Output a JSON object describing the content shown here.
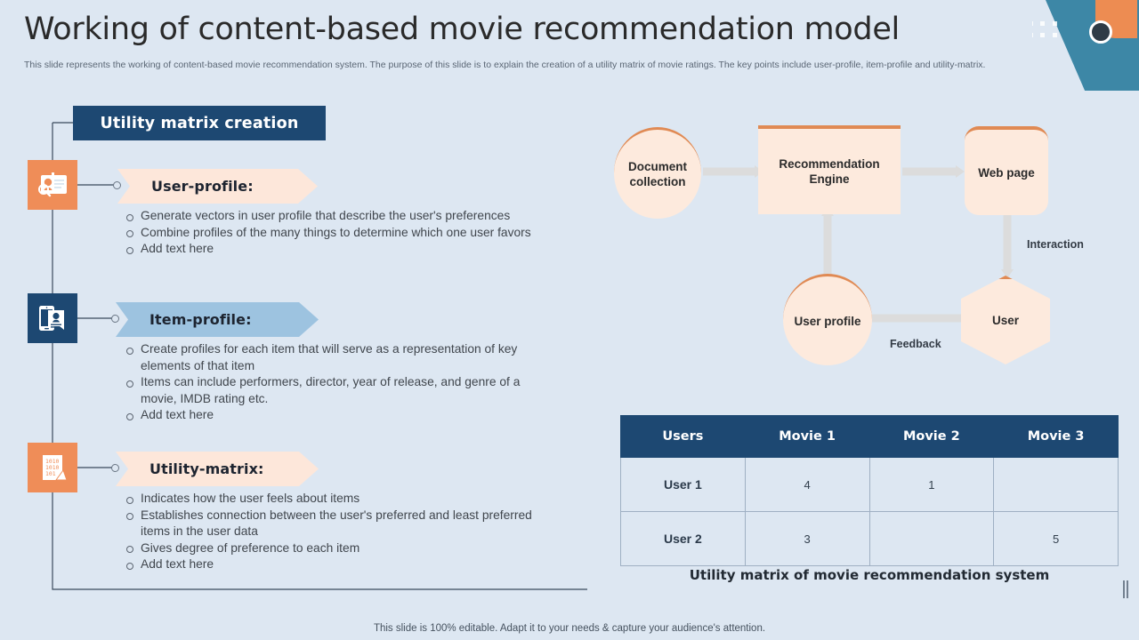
{
  "header": {
    "title": "Working of content-based movie recommendation model",
    "subtitle": "This slide represents the working of content-based movie recommendation system. The purpose of this slide is to explain the creation of a utility matrix of movie ratings. The key points include user-profile, item-profile and utility-matrix."
  },
  "left": {
    "banner_label": "Utility matrix creation",
    "sections": [
      {
        "key": "user-profile",
        "label": "User-profile:",
        "icon": "id-card-icon",
        "bullets": [
          "Generate vectors in user profile that describe the user's preferences",
          "Combine profiles of the many things to determine which one user favors",
          "Add text here"
        ]
      },
      {
        "key": "item-profile",
        "label": "Item-profile:",
        "icon": "mobile-profile-icon",
        "bullets": [
          "Create profiles for each item that will serve as a representation of key elements of that item",
          "Items can include performers, director, year of release, and genre of a movie, IMDB rating etc.",
          "Add text here"
        ]
      },
      {
        "key": "utility-matrix",
        "label": "Utility-matrix:",
        "icon": "binary-matrix-icon",
        "bullets": [
          "Indicates how the user feels about items",
          "Establishes connection between the user's preferred and least preferred items in the user data",
          "Gives degree of preference to each item",
          "Add text here"
        ]
      }
    ]
  },
  "flow": {
    "nodes": [
      {
        "key": "document-collection",
        "label": "Document collection",
        "shape": "ellipse"
      },
      {
        "key": "recommendation-engine",
        "label": "Recommendation Engine",
        "shape": "rect"
      },
      {
        "key": "web-page",
        "label": "Web page",
        "shape": "roundrect"
      },
      {
        "key": "user",
        "label": "User",
        "shape": "hex"
      },
      {
        "key": "user-profile",
        "label": "User profile",
        "shape": "ellipse"
      }
    ],
    "labels": [
      {
        "key": "interaction",
        "text": "Interaction"
      },
      {
        "key": "feedback",
        "text": "Feedback"
      }
    ]
  },
  "table": {
    "columns": [
      "Users",
      "Movie 1",
      "Movie 2",
      "Movie 3"
    ],
    "rows": [
      [
        "User 1",
        "4",
        "1",
        ""
      ],
      [
        "User 2",
        "3",
        "",
        "5"
      ]
    ],
    "caption": "Utility matrix of movie recommendation system"
  },
  "footer": {
    "text": "This slide is 100% editable. Adapt it to your needs & capture your audience's attention."
  },
  "colors": {
    "background": "#dde7f2",
    "navy": "#1d4872",
    "orange": "#ed8c52",
    "peach": "#fdeadd",
    "light_blue": "#9dc3e0",
    "teal": "#3d87a6"
  }
}
